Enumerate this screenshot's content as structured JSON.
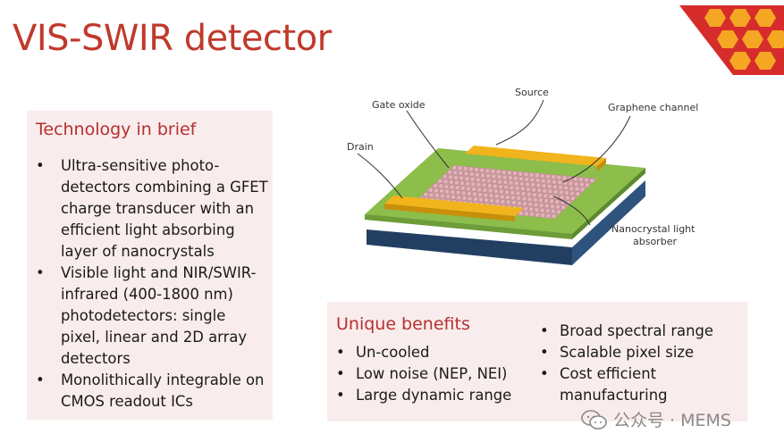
{
  "slide": {
    "title": "VIS-SWIR detector"
  },
  "tech_box": {
    "heading": "Technology in brief",
    "items": [
      "Ultra-sensitive photo-detectors combining a GFET charge transducer with an efficient light absorbing layer of nanocrystals",
      "Visible light and NIR/SWIR-infrared (400-1800 nm) photodetectors: single pixel, linear and 2D array detectors",
      "Monolithically integrable on CMOS readout ICs"
    ]
  },
  "diagram": {
    "labels": {
      "source": "Source",
      "gate_oxide": "Gate oxide",
      "graphene_channel": "Graphene channel",
      "drain": "Drain",
      "nanocrystal_line1": "Nanocrystal light",
      "nanocrystal_line2": "absorber"
    },
    "colors": {
      "electrode": "#f2b41c",
      "oxide": "#8dbd4a",
      "substrate_top": "#3d6d9e",
      "substrate_side": "#223f62",
      "dots": "#d9a3a8"
    }
  },
  "benefits_box": {
    "heading": "Unique benefits",
    "left_items": [
      "Un-cooled",
      "Low noise (NEP, NEI)",
      "Large dynamic range"
    ],
    "right_items": [
      "Broad spectral range",
      "Scalable pixel size",
      "Cost efficient manufacturing"
    ]
  },
  "watermark": {
    "text": "公众号 · MEMS",
    "icon": "wechat-icon"
  },
  "logo": {
    "icon": "hexagon-logo-icon",
    "colors": [
      "#d62c2c",
      "#f5a623"
    ]
  },
  "accent_color": "#c0392b"
}
